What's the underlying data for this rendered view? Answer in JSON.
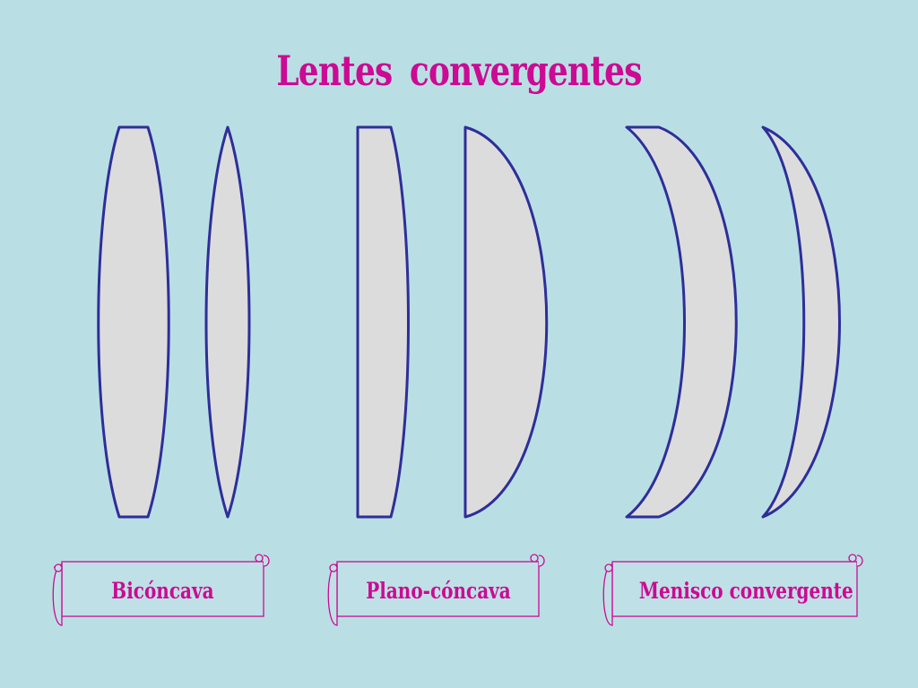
{
  "title": "Lentes convergentes",
  "labels": {
    "biconvex": "Bicóncava",
    "plano": "Plano-cóncava",
    "meniscus": "Menisco convergente"
  },
  "colors": {
    "background": "#b9dfe4",
    "lens_fill": "#dcdcdc",
    "lens_stroke": "#2e2e9a",
    "text": "#cc0a93",
    "banner_fill": "#bfe0e6"
  }
}
